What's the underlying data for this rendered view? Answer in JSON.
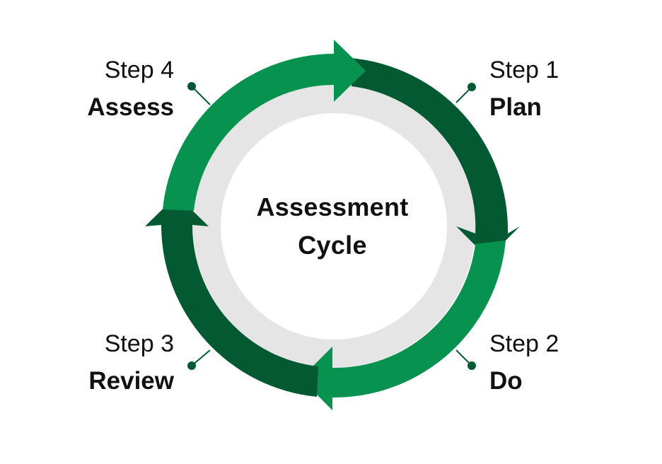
{
  "center": {
    "line1": "Assessment",
    "line2": "Cycle"
  },
  "steps": [
    {
      "number": "Step 1",
      "name": "Plan"
    },
    {
      "number": "Step 2",
      "name": "Do"
    },
    {
      "number": "Step 3",
      "name": "Review"
    },
    {
      "number": "Step 4",
      "name": "Assess"
    }
  ],
  "colors": {
    "dark_green": "#035a32",
    "light_green": "#07924f",
    "inner_circle": "#e5e5e5",
    "connector": "#035a32"
  }
}
